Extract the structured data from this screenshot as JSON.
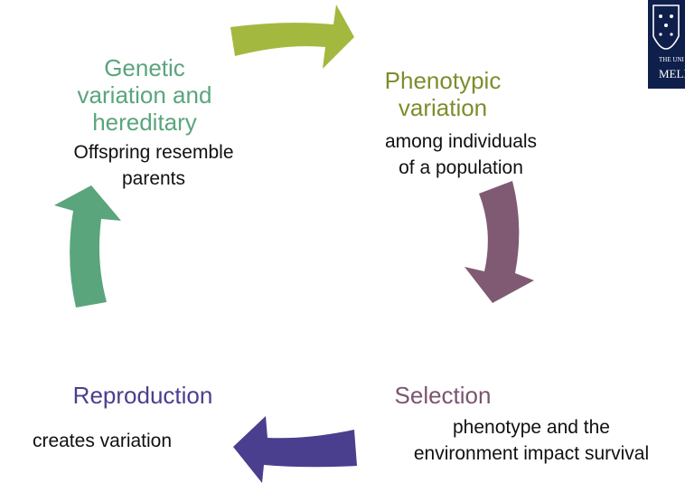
{
  "colors": {
    "genetic": "#5aa57c",
    "phenotypic": "#7f8c2c",
    "selection": "#7b5470",
    "reproduction": "#4a3f8e",
    "arrow_top": "#a3b83f",
    "arrow_right": "#805a73",
    "arrow_bottom": "#4a3f8e",
    "arrow_left": "#5aa57c",
    "logo_bg": "#0f1f4b"
  },
  "logo": {
    "line1": "THE UNI",
    "line2": "MELI"
  },
  "stages": {
    "genetic": {
      "title_lines": [
        "Genetic",
        "variation and",
        "hereditary"
      ],
      "desc_lines": [
        "Offspring resemble",
        "parents"
      ]
    },
    "phenotypic": {
      "title_lines": [
        "Phenotypic",
        "variation"
      ],
      "desc_lines": [
        "among individuals",
        "of a population"
      ]
    },
    "selection": {
      "title_lines": [
        "Selection"
      ],
      "desc_lines": [
        "phenotype and the",
        "environment impact survival"
      ]
    },
    "reproduction": {
      "title_lines": [
        "Reproduction"
      ],
      "desc_lines": [
        "creates variation"
      ]
    }
  }
}
